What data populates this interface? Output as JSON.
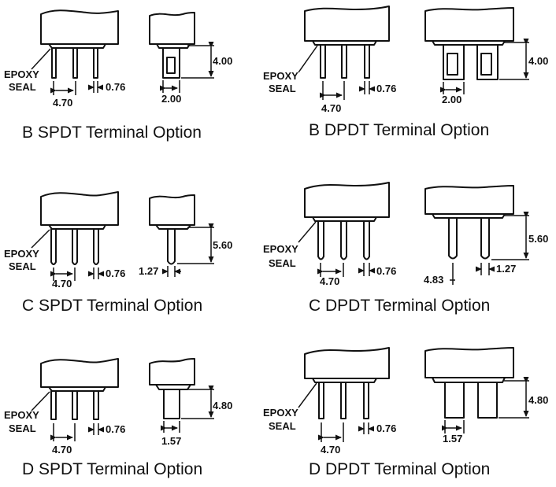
{
  "panels": [
    {
      "caption": "B SPDT Terminal Option",
      "epoxy_label_1": "EPOXY",
      "epoxy_label_2": "SEAL",
      "pitch": "4.70",
      "pin_width": "0.76",
      "side_height": "4.00",
      "side_width": "2.00"
    },
    {
      "caption": "B DPDT Terminal Option",
      "epoxy_label_1": "EPOXY",
      "epoxy_label_2": "SEAL",
      "pitch": "4.70",
      "pin_width": "0.76",
      "side_height": "4.00",
      "side_width": "2.00"
    },
    {
      "caption": "C SPDT Terminal Option",
      "epoxy_label_1": "EPOXY",
      "epoxy_label_2": "SEAL",
      "pitch": "4.70",
      "pin_width": "0.76",
      "side_height": "5.60",
      "side_width": "1.27"
    },
    {
      "caption": "C DPDT Terminal Option",
      "epoxy_label_1": "EPOXY",
      "epoxy_label_2": "SEAL",
      "pitch": "4.70",
      "pin_width": "0.76",
      "side_height": "5.60",
      "side_width": "1.27",
      "side_spacing": "4.83"
    },
    {
      "caption": "D SPDT Terminal Option",
      "epoxy_label_1": "EPOXY",
      "epoxy_label_2": "SEAL",
      "pitch": "4.70",
      "pin_width": "0.76",
      "side_height": "4.80",
      "side_width": "1.57"
    },
    {
      "caption": "D DPDT Terminal Option",
      "epoxy_label_1": "EPOXY",
      "epoxy_label_2": "SEAL",
      "pitch": "4.70",
      "pin_width": "0.76",
      "side_height": "4.80",
      "side_width": "1.57"
    }
  ]
}
